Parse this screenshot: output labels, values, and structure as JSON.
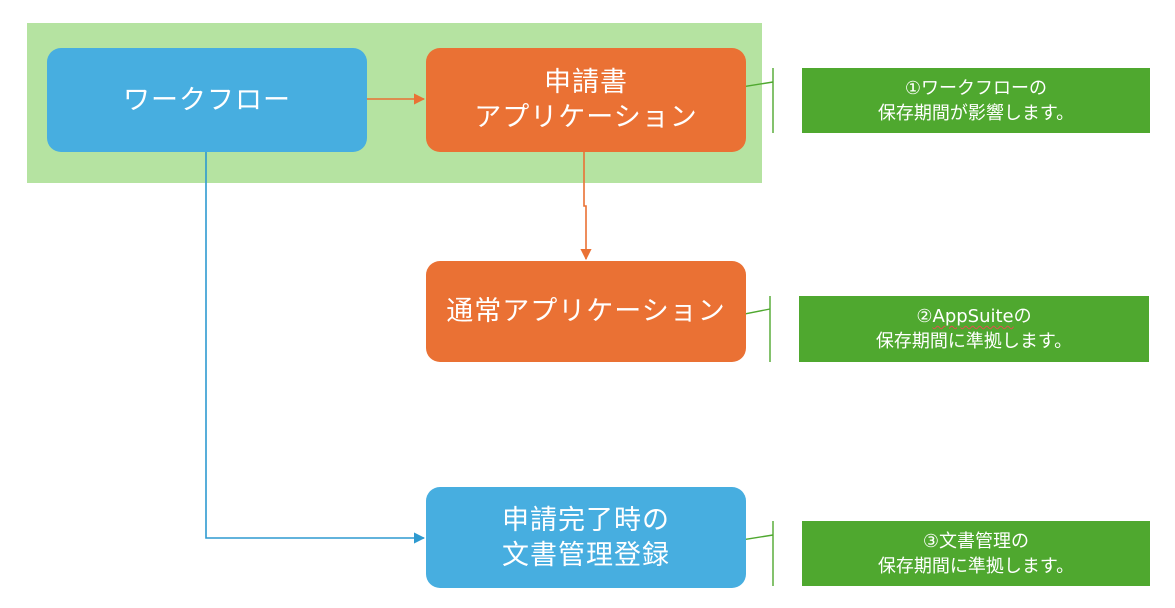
{
  "nodes": {
    "workflow": {
      "lines": [
        "ワークフロー"
      ],
      "color": "#47aee0"
    },
    "request_app": {
      "lines": [
        "申請書",
        "アプリケーション"
      ],
      "color": "#ea7134"
    },
    "normal_app": {
      "lines": [
        "通常アプリケーション"
      ],
      "color": "#ea7134"
    },
    "doc_register": {
      "lines": [
        "申請完了時の",
        "文書管理登録"
      ],
      "color": "#47aee0"
    }
  },
  "notes": {
    "note1": {
      "line1": "①ワークフローの",
      "line2": "保存期間が影響します。"
    },
    "note2": {
      "line1_prefix": "②",
      "line1_brand": "AppSuite",
      "line1_suffix": "の",
      "line2": "保存期間に準拠します。"
    },
    "note3": {
      "line1": "③文書管理の",
      "line2": "保存期間に準拠します。"
    }
  },
  "colors": {
    "highlight": "#b5e3a1",
    "note_bg": "#4fa82f",
    "orange_arrow": "#ea7134",
    "blue_arrow": "#2e9ad0",
    "callout_line": "#4fa82f"
  }
}
